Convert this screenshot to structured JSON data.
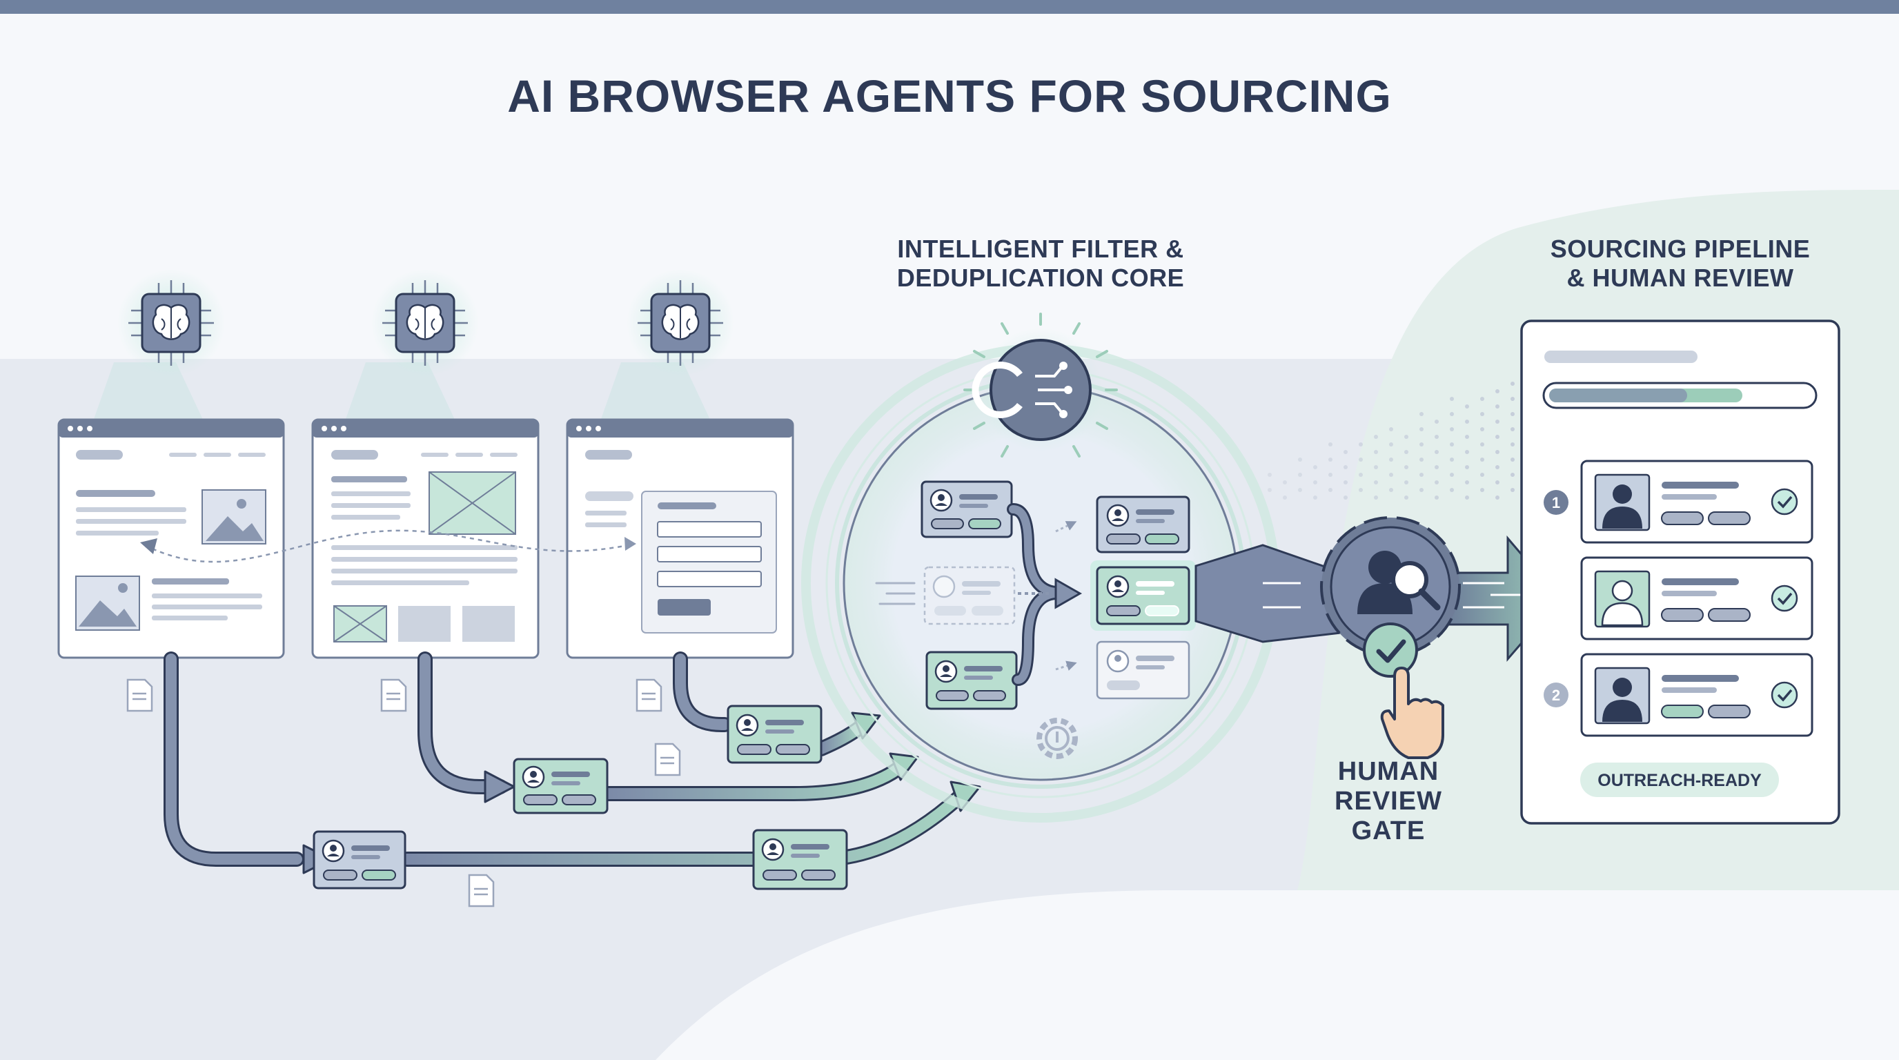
{
  "title": "AI BROWSER AGENTS FOR SOURCING",
  "filter_core": {
    "heading_line1": "INTELLIGENT FILTER &",
    "heading_line2": "DEDUPLICATION CORE"
  },
  "pipeline": {
    "heading_line1": "SOURCING PIPELINE",
    "heading_line2": "& HUMAN REVIEW",
    "row_numbers": [
      "1",
      "2"
    ],
    "status_pill": "OUTREACH-READY"
  },
  "gate": {
    "label_line1": "HUMAN",
    "label_line2": "REVIEW",
    "label_line3": "GATE"
  },
  "colors": {
    "ink": "#2e3a56",
    "slate": "#6c7b98",
    "mint": "#9fd0bd",
    "panel": "#ffffff",
    "band": "#e6eaf1"
  },
  "icons": [
    "brain-chip-icon",
    "gear-circuit-icon",
    "magnifier-person-icon",
    "checkmark-icon",
    "hand-pointer-icon",
    "document-icon"
  ]
}
